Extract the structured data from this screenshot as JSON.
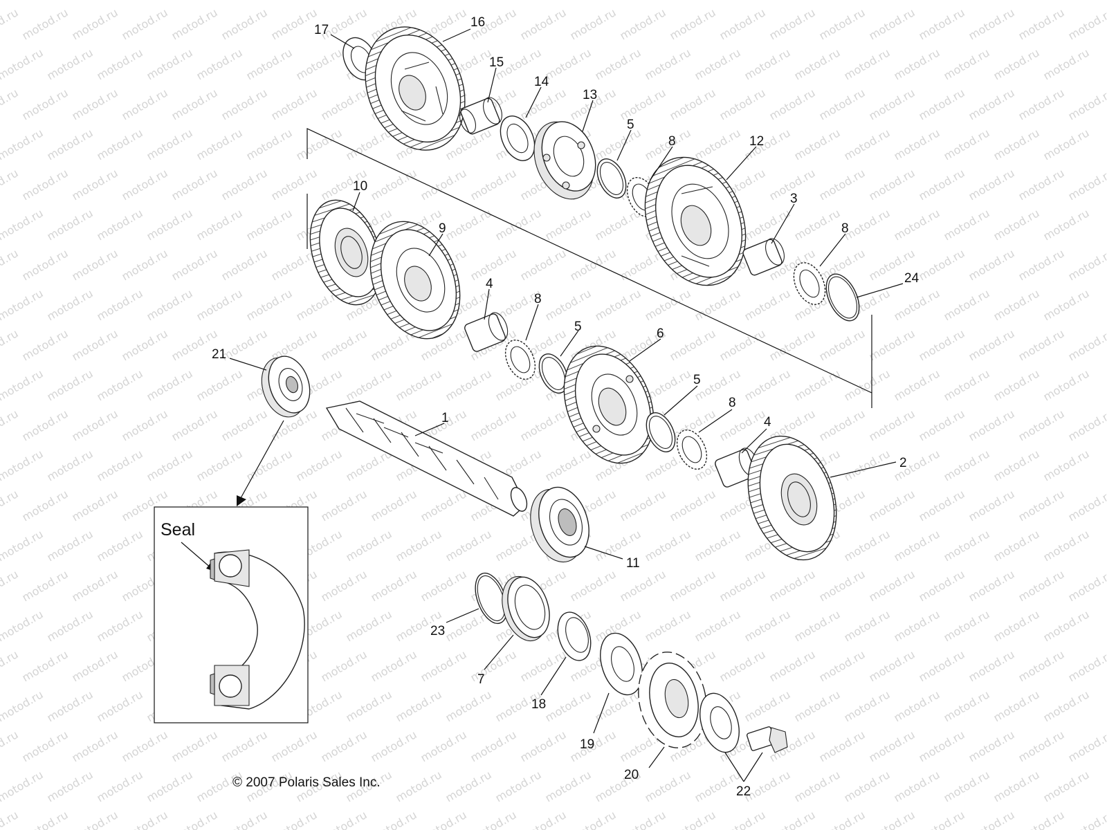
{
  "watermark": {
    "text": "motod.ru"
  },
  "callouts": [
    {
      "id": "c17",
      "label": "17"
    },
    {
      "id": "c16",
      "label": "16"
    },
    {
      "id": "c15",
      "label": "15"
    },
    {
      "id": "c14",
      "label": "14"
    },
    {
      "id": "c13",
      "label": "13"
    },
    {
      "id": "c5a",
      "label": "5"
    },
    {
      "id": "c8a",
      "label": "8"
    },
    {
      "id": "c12",
      "label": "12"
    },
    {
      "id": "c10",
      "label": "10"
    },
    {
      "id": "c9",
      "label": "9"
    },
    {
      "id": "c3",
      "label": "3"
    },
    {
      "id": "c8b",
      "label": "8"
    },
    {
      "id": "c24",
      "label": "24"
    },
    {
      "id": "c4a",
      "label": "4"
    },
    {
      "id": "c8c",
      "label": "8"
    },
    {
      "id": "c5b",
      "label": "5"
    },
    {
      "id": "c6",
      "label": "6"
    },
    {
      "id": "c21",
      "label": "21"
    },
    {
      "id": "c5c",
      "label": "5"
    },
    {
      "id": "c8d",
      "label": "8"
    },
    {
      "id": "c4b",
      "label": "4"
    },
    {
      "id": "c1",
      "label": "1"
    },
    {
      "id": "c2",
      "label": "2"
    },
    {
      "id": "c11",
      "label": "11"
    },
    {
      "id": "c23",
      "label": "23"
    },
    {
      "id": "c7",
      "label": "7"
    },
    {
      "id": "c18",
      "label": "18"
    },
    {
      "id": "c19",
      "label": "19"
    },
    {
      "id": "c20",
      "label": "20"
    },
    {
      "id": "c22",
      "label": "22"
    }
  ],
  "inset": {
    "title": "Seal"
  },
  "footer": {
    "copyright": "© 2007 Polaris Sales Inc."
  }
}
